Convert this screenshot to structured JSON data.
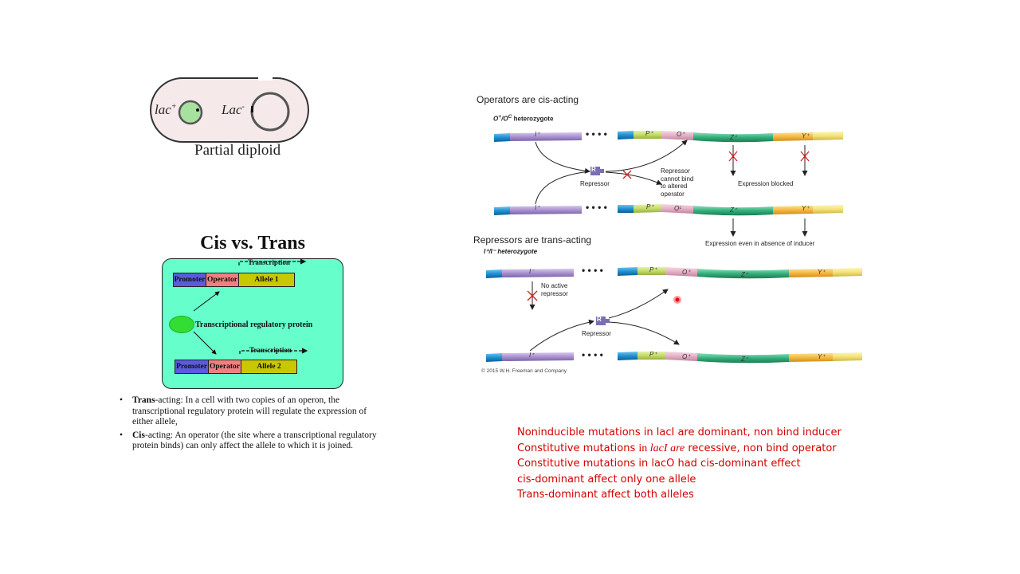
{
  "partial_diploid": {
    "lac_plus_base": "lac",
    "lac_plus_sup": "+",
    "lac_minus_base": "Lac",
    "lac_minus_sup": "-",
    "caption": "Partial diploid"
  },
  "cis_vs_trans": {
    "title": "Cis vs. Trans",
    "transcription_label": "Transcription",
    "promoter_label": "Promoter",
    "operator_label": "Operator",
    "allele1_label": "Allele 1",
    "allele2_label": "Allele 2",
    "protein_label": "Transcriptional regulatory protein",
    "colors": {
      "panel": "#66ffcc",
      "promoter": "#5b5bdc",
      "operator": "#f08080",
      "allele": "#c8c800",
      "protein": "#33dd33"
    }
  },
  "bullets": [
    {
      "bold": "Trans",
      "text": "-acting: In a cell with two copies of an operon, the transcriptional regulatory protein will regulate the expression of either allele,"
    },
    {
      "bold": "Cis",
      "text": "-acting: An operator (the site where a transcriptional regulatory protein binds) can only affect the allele to which it is joined."
    }
  ],
  "operator_panel": {
    "heading": "Operators are cis-acting",
    "genotype_main": "O",
    "genotype_sup1": "+",
    "genotype_sep": "/O",
    "genotype_sup2": "C",
    "genotype_suffix": " heterozygote",
    "row1": {
      "i": "I⁺",
      "p": "P⁺",
      "o": "O⁺",
      "z": "Z⁺",
      "y": "Y⁺"
    },
    "row2": {
      "i": "I⁺",
      "p": "P⁺",
      "o": "Oᶜ",
      "z": "Z⁺",
      "y": "Y⁺"
    },
    "repressor_chip": "R",
    "repressor_label": "Repressor",
    "cannot_bind_lines": [
      "Repressor",
      "cannot bind",
      "to altered",
      "operator"
    ],
    "expression_blocked": "Expression blocked",
    "expression_even": "Expression even in absence of inducer"
  },
  "repressor_panel": {
    "heading": "Repressors are trans-acting",
    "genotype": "I⁺/I⁻ heterozygote",
    "row1": {
      "i": "I⁻",
      "p": "P⁺",
      "o": "O⁺",
      "z": "Z⁺",
      "y": "Y⁺"
    },
    "row2": {
      "i": "I⁺",
      "p": "P⁺",
      "o": "O⁺",
      "z": "Z⁺",
      "y": "Y⁺"
    },
    "no_active_lines": [
      "No active",
      "repressor"
    ],
    "repressor_chip": "R",
    "repressor_label": "Repressor"
  },
  "copyright": "© 2015 W.H. Freeman and Company",
  "notes": {
    "line1": "Noninducible mutations in lacI are dominant, non bind inducer",
    "line2_a": "Constitutive mutations ",
    "line2_b": "in ",
    "line2_c": "lacI are",
    "line2_d": " recessive, non bind operator",
    "line3": "Constitutive mutations  in lacO had cis-dominant effect",
    "line4": "cis-dominant affect only one allele",
    "line5": "Trans-dominant affect both alleles"
  }
}
